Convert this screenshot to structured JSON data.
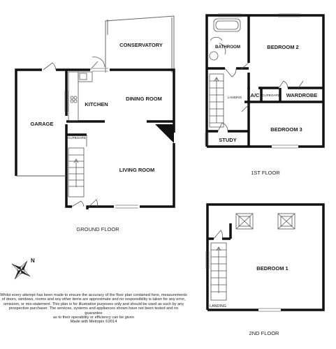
{
  "ground_floor": {
    "title": "GROUND FLOOR",
    "rooms": {
      "conservatory": "CONSERVATORY",
      "kitchen": "KITCHEN",
      "dining_room": "DINING ROOM",
      "garage": "GARAGE",
      "cupboard": "CUPBOARD",
      "living_room": "LIVING ROOM"
    }
  },
  "first_floor": {
    "title": "1ST FLOOR",
    "rooms": {
      "bathroom": "BATHROOM",
      "bedroom_2": "BEDROOM 2",
      "landing": "LANDING",
      "ac": "A/C",
      "cupboard": "CUPBOARD",
      "wardrobe": "WARDROBE",
      "study": "STUDY",
      "bedroom_3": "BEDROOM 3"
    }
  },
  "second_floor": {
    "title": "2ND FLOOR",
    "rooms": {
      "bedroom_1": "BEDROOM 1",
      "landing": "LANDING"
    }
  },
  "compass": {
    "north_label": "N"
  },
  "disclaimer": {
    "lines": [
      "Whilst every attempt has been made to ensure the accuracy of the floor plan contained here, measurements",
      "of doors, windows, rooms and any other items are approximate and no responsibility is taken for any error,",
      "omission, or mis-statement. This plan is for illustrative purposes only and should be used as such by any",
      "prospective purchaser. The services, systems and appliances shown have not been tested and no guarantee",
      "as to their operability or efficiency can be given",
      "Made with Metropix ©2014"
    ]
  },
  "colors": {
    "wall": "#111111",
    "window": "#aaaaaa",
    "line": "#555555"
  }
}
